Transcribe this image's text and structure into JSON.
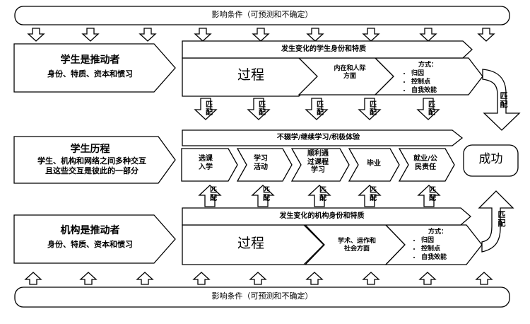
{
  "top_banner": "影响条件（可预测和不确定）",
  "bottom_banner": "影响条件（可预测和不确定）",
  "students": {
    "title": "学生是推动者",
    "subtitle": "身份、特质、资本和惯习",
    "arrow_label": "发生变化的学生身份和特质",
    "process": "过程",
    "inner": [
      "内在和人际",
      "方面"
    ],
    "methods_title": "方式：",
    "methods": [
      "归因",
      "控制点",
      "自我效能"
    ],
    "match": "匹配"
  },
  "journey": {
    "title": "学生历程",
    "sub1": "学生、机构和网络之间多种交互",
    "sub2": "且这些交互是彼此的一部分",
    "arrow_label": "不辍学/继续学习/积极体验",
    "stages": [
      {
        "lines": [
          "选课",
          "入学"
        ]
      },
      {
        "lines": [
          "学习",
          "活动"
        ]
      },
      {
        "lines": [
          "顺利通",
          "过课程",
          "学习"
        ]
      },
      {
        "lines": [
          "毕业"
        ]
      },
      {
        "lines": [
          "就业/公",
          "民责任"
        ]
      }
    ],
    "success": "成功",
    "match": "匹配"
  },
  "institutions": {
    "title": "机构是推动者",
    "subtitle": "身份、特质、资本和惯习",
    "arrow_label": "发生变化的机构身份和特质",
    "process": "过程",
    "inner": [
      "学术、运作和",
      "社会方面"
    ],
    "methods_title": "方式：",
    "methods": [
      "归因",
      "控制点",
      "自我效能"
    ],
    "match": "匹配"
  }
}
